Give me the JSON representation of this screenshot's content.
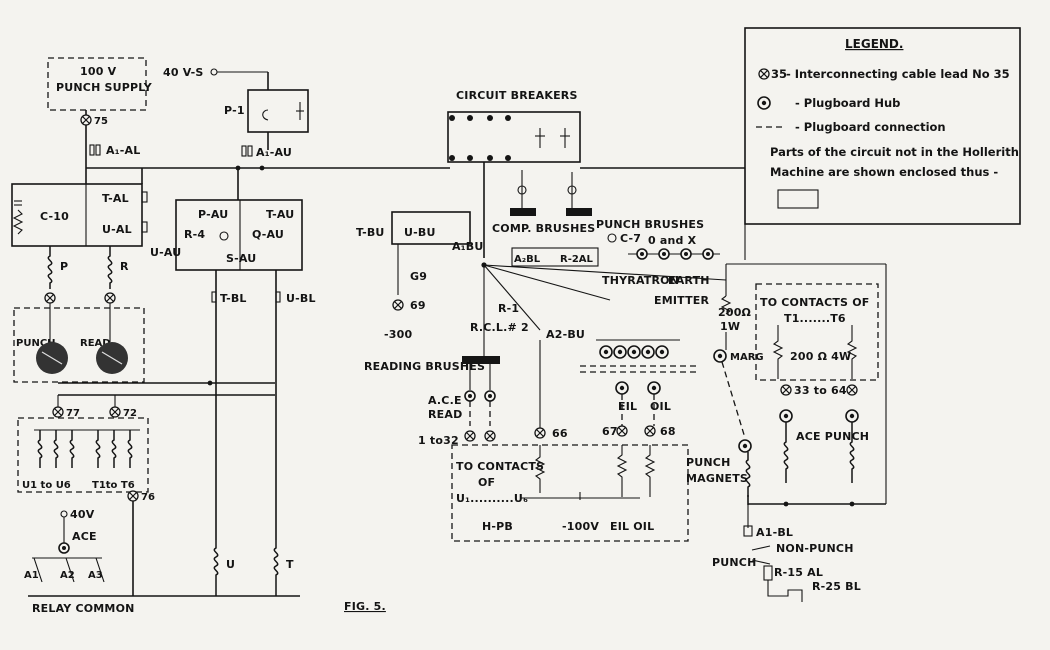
{
  "figure": {
    "caption": "FIG. 5."
  },
  "legend": {
    "title": "LEGEND.",
    "items": [
      {
        "symbol": "⊗35",
        "text": "- Interconnecting cable lead No 35"
      },
      {
        "symbol": "hub",
        "text": "- Plugboard Hub"
      },
      {
        "symbol": "dash",
        "text": "- Plugboard connection"
      }
    ],
    "note_line1": "Parts of the circuit not in the Hollerith",
    "note_line2": "Machine are shown enclosed thus -"
  },
  "left": {
    "supply": "100 V",
    "supply2": "PUNCH SUPPLY",
    "cable_75": "75",
    "relay_a1al": "A₁-AL",
    "c10": "C-10",
    "tal": "T-AL",
    "ual": "U-AL",
    "p": "P",
    "r": "R",
    "punch": "PUNCH",
    "read": "READ",
    "cable_77": "77",
    "cable_72": "72",
    "u1u6": "U1 to U6",
    "t1t6": "T1to T6",
    "cable_76": "76",
    "v40": "40V",
    "ace": "ACE",
    "a1": "A1",
    "a2": "A2",
    "a3": "A3",
    "relay_common": "RELAY COMMON"
  },
  "center_left": {
    "v40s": "40 V-S",
    "p1": "P-1",
    "a1au": "A₁-AU",
    "pau": "P-AU",
    "r4": "R-4",
    "qau": "Q-AU",
    "tau": "T-AU",
    "uau": "U-AU",
    "sau": "S-AU",
    "tbl": "T-BL",
    "ubl": "U-BL",
    "u": "U",
    "t": "T"
  },
  "center": {
    "circuit_breakers": "CIRCUIT BREAKERS",
    "tbu": "T-BU",
    "ubu": "U-BU",
    "a1bu": "A₁BU",
    "g9": "G9",
    "cable_69": "69",
    "m300": "-300",
    "r1": "R-1",
    "rcl2": "R.C.L.# 2",
    "a2bu": "A2-BU",
    "reading_brushes": "READING BRUSHES",
    "ace_read1": "A.C.E",
    "ace_read2": "READ",
    "one_to_32": "1 to32",
    "cable_66": "66",
    "to_contacts": "TO CONTACTS",
    "of": "OF",
    "u1u6": "U₁..........U₆",
    "hpb": "H-PB",
    "m100": "-100V",
    "eil_oil_bottom": "EIL OIL"
  },
  "center_right": {
    "comp_brushes": "COMP. BRUSHES",
    "punch_brushes": "PUNCH BRUSHES",
    "c7": "C-7",
    "zero_x": "0 and X",
    "a2bl": "A₂BL",
    "r2al": "R-2AL",
    "thyratron": "THYRATRON",
    "earth": "EARTH",
    "emitter": "EMITTER",
    "eil": "EIL",
    "oil": "OIL",
    "cable_67": "67",
    "cable_68": "68"
  },
  "right": {
    "r200": "200Ω",
    "w1": "1W",
    "marg": "MARG",
    "to_contacts": "TO CONTACTS OF",
    "t1t6": "T1.......T6",
    "r200_4w": "200 Ω 4W",
    "cable_33_64": "33 to 64",
    "ace_punch": "ACE PUNCH",
    "punch_magnets1": "PUNCH",
    "punch_magnets2": "MAGNETS",
    "a1bl": "A1-BL",
    "punch": "PUNCH",
    "non_punch": "NON-PUNCH",
    "r15al": "R-15 AL",
    "r25bl": "R-25 BL"
  }
}
